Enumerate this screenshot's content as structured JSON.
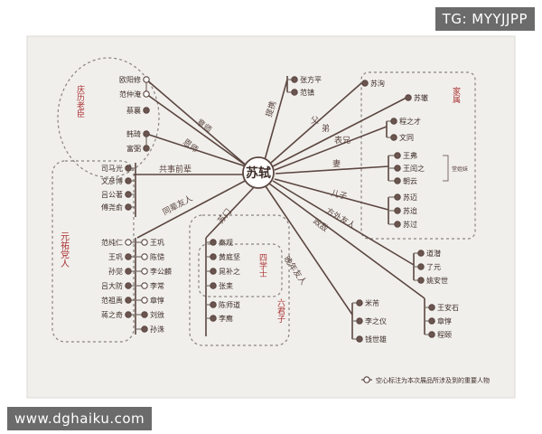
{
  "watermark_top": "TG: MYYJJPP",
  "watermark_bottom": "www.dghaiku.com",
  "center": "苏轼",
  "edge_labels": {
    "yiwei": "意师",
    "chuanshi": "恩师",
    "gongshi": "共事前辈",
    "tongbei": "同辈友人",
    "mengmen": "苏门",
    "tiba": "提携",
    "fu": "父",
    "di": "弟",
    "biaoxiong": "表兄",
    "qi": "妻",
    "erzi": "儿子",
    "fangwai": "方外友人",
    "zhengdi": "政敌",
    "wannian": "晚年友人"
  },
  "groups": {
    "qingli": "庆历老臣",
    "yuanyou": "元祐党人",
    "sixueshi": "四学士",
    "liujunzi": "六君子",
    "family": "家属"
  },
  "nodes": {
    "ouyangxiu": "欧阳修",
    "fanzhongyan": "范仲淹",
    "caixiang": "蔡襄",
    "hanqi": "韩琦",
    "fubi": "富弼",
    "simaguang": "司马光",
    "wenyanbo": "文彦博",
    "lvgongzhu": "吕公著",
    "fuyaoyu": "傅尧俞",
    "fanchunren": "范纯仁",
    "wanggong": "王巩",
    "sunjue": "孙觉",
    "lvdafang": "吕大防",
    "fanzuyu": "范祖禹",
    "jiangzhiqi": "蒋之奇",
    "wanggong2": "王巩",
    "chenxiang": "陈慥",
    "ligongfu": "李公麟",
    "lichang": "李常",
    "zhangdun": "章惇",
    "liuban": "刘攽",
    "sunzhu": "孙洙",
    "qinguan": "秦观",
    "huangtingjian": "黄庭坚",
    "chaobuzhi": "晁补之",
    "zhanglei": "张耒",
    "chenshidao": "陈师道",
    "lizhi": "李廌",
    "zhangfangping": "张方平",
    "fanzhen": "范镇",
    "suxun": "苏洵",
    "suzhe": "苏辙",
    "chengzhicai": "程之才",
    "wentong": "文同",
    "wangfu": "王弗",
    "wangrunzhi": "王闰之",
    "chaoyun": "朝云",
    "suhai": "苏迈",
    "suzhu": "苏迨",
    "suguo": "苏过",
    "daoqian": "道潜",
    "liaoyuan": "了元",
    "yanganshi": "姚安世",
    "wanganshi": "王安石",
    "zhangdun2": "章惇",
    "chengyi": "程颐",
    "mifu": "米芾",
    "lizhiyi": "李之仪",
    "qianshixiong": "钱世雄"
  },
  "bracket_note": "堂姐妹",
  "legend": "空心标注为本次展品所涉及到的重要人物"
}
